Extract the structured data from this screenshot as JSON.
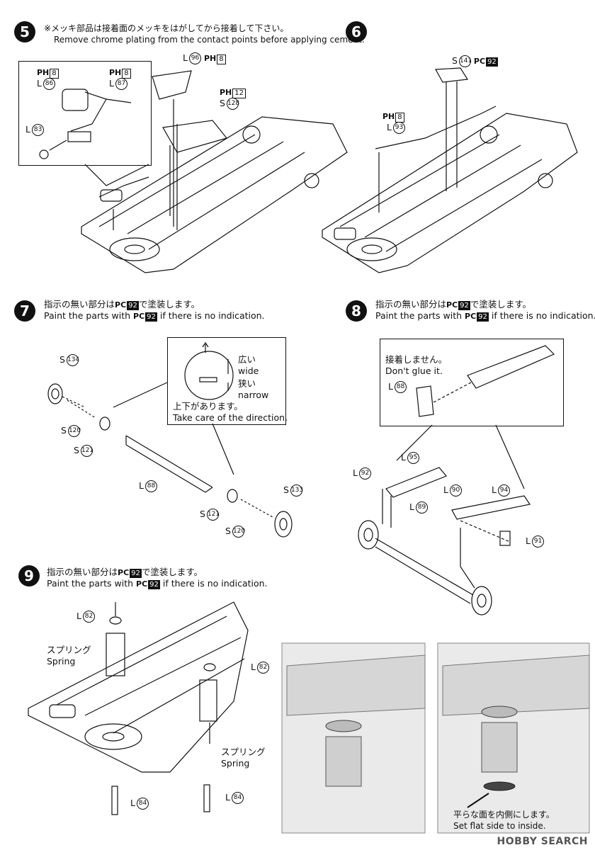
{
  "steps": {
    "s5": {
      "num": "5",
      "note_ja": "※メッキ部品は接着面のメッキをはがしてから接着して下さい。",
      "note_en": "Remove chrome plating from the contact points before applying cement.",
      "parts": [
        {
          "prefix": "L",
          "num": "96",
          "paint": "PH",
          "code": "8"
        },
        {
          "prefix": "S",
          "num": "128",
          "paint": "PH",
          "code": "12"
        },
        {
          "prefix": "L",
          "num": "86",
          "paint": "PH",
          "code": "8"
        },
        {
          "prefix": "L",
          "num": "87",
          "paint": "PH",
          "code": "8"
        },
        {
          "prefix": "L",
          "num": "83"
        }
      ]
    },
    "s6": {
      "num": "6",
      "parts": [
        {
          "prefix": "S",
          "num": "141",
          "paint": "PC",
          "code": "92"
        },
        {
          "prefix": "L",
          "num": "93",
          "paint": "PH",
          "code": "8"
        }
      ]
    },
    "s7": {
      "num": "7",
      "note_ja_a": "指示の無い部分は",
      "note_ja_b": "で塗装します。",
      "note_en_a": "Paint the parts with",
      "note_en_b": "if there is no indication.",
      "paint_prefix": "PC",
      "paint_code": "92",
      "detail": {
        "wide_ja": "広い",
        "wide_en": "wide",
        "narrow_ja": "狭い",
        "narrow_en": "narrow",
        "caution_ja": "上下があります。",
        "caution_en": "Take care of the direction."
      },
      "parts": [
        {
          "prefix": "S",
          "num": "134"
        },
        {
          "prefix": "S",
          "num": "120"
        },
        {
          "prefix": "S",
          "num": "121"
        },
        {
          "prefix": "L",
          "num": "88"
        },
        {
          "prefix": "S",
          "num": "121"
        },
        {
          "prefix": "S",
          "num": "120"
        },
        {
          "prefix": "S",
          "num": "133"
        }
      ]
    },
    "s8": {
      "num": "8",
      "note_ja_a": "指示の無い部分は",
      "note_ja_b": "で塗装します。",
      "note_en_a": "Paint the parts with",
      "note_en_b": "if there is no indication.",
      "paint_prefix": "PC",
      "paint_code": "92",
      "detail": {
        "noglue_ja": "接着しません。",
        "noglue_en": "Don't glue it."
      },
      "parts": [
        {
          "prefix": "L",
          "num": "88"
        },
        {
          "prefix": "L",
          "num": "95"
        },
        {
          "prefix": "L",
          "num": "92"
        },
        {
          "prefix": "L",
          "num": "89"
        },
        {
          "prefix": "L",
          "num": "90"
        },
        {
          "prefix": "L",
          "num": "94"
        },
        {
          "prefix": "L",
          "num": "91"
        }
      ]
    },
    "s9": {
      "num": "9",
      "note_ja_a": "指示の無い部分は",
      "note_ja_b": "で塗装します。",
      "note_en_a": "Paint the parts with",
      "note_en_b": "if there is no indication.",
      "paint_prefix": "PC",
      "paint_code": "92",
      "spring_ja": "スプリング",
      "spring_en": "Spring",
      "flat_ja": "平らな面を内側にします。",
      "flat_en": "Set flat side to inside.",
      "parts": [
        {
          "prefix": "L",
          "num": "82"
        },
        {
          "prefix": "L",
          "num": "82"
        },
        {
          "prefix": "L",
          "num": "84"
        },
        {
          "prefix": "L",
          "num": "84"
        }
      ]
    }
  },
  "watermark": "HOBBY SEARCH"
}
